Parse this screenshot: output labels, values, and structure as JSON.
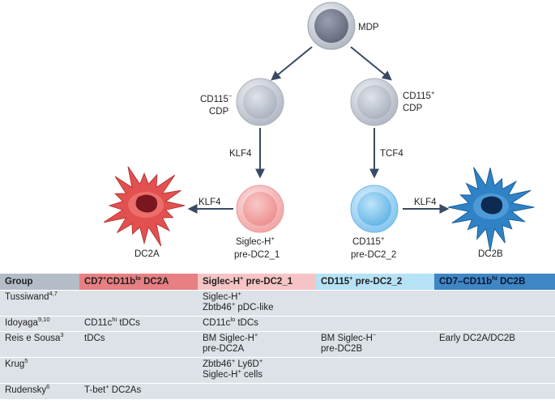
{
  "diagram": {
    "mdp_label": "MDP",
    "cdp_neg_label": {
      "line1": "CD115",
      "sup1": "−",
      "line2": "CDP"
    },
    "cdp_pos_label": {
      "line1": "CD115",
      "sup1": "+",
      "line2": "CDP"
    },
    "klf4_left_vertical": "KLF4",
    "tcf4_right_vertical": "TCF4",
    "klf4_left_horizontal": "KLF4",
    "klf4_right_horizontal": "KLF4",
    "pre_dc2_1_label": {
      "line1": "Siglec-H",
      "sup1": "+",
      "line2": "pre-DC2_1"
    },
    "pre_dc2_2_label": {
      "line1": "CD115",
      "sup1": "+",
      "line2": "pre-DC2_2"
    },
    "dc2a_label": "DC2A",
    "dc2b_label": "DC2B",
    "colors": {
      "mdp": "#9aa0b0",
      "cdp": "#c9cfd9",
      "pre_dc2_1": "#f3a4a4",
      "pre_dc2_2": "#7fc4ee",
      "dc2a": "#e2504f",
      "dc2b": "#2f82c6",
      "arrow": "#3a4a63"
    }
  },
  "table": {
    "headers": [
      {
        "text": "Group"
      },
      {
        "pre": "CD7",
        "sup": "+",
        "mid": "CD11b",
        "sup2": "lo",
        "post": " DC2A"
      },
      {
        "pre": "Siglec-H",
        "sup": "+",
        "post": " pre-DC2_1"
      },
      {
        "pre": "CD115",
        "sup": "+",
        "post": " pre-DC2_2"
      },
      {
        "pre": "CD7–CD11b",
        "sup": "hi",
        "post": " DC2B"
      }
    ],
    "rows": [
      {
        "group": {
          "text": "Tussiwand",
          "sup": "4,7"
        },
        "dc2a": [],
        "pre1": [
          {
            "text": "Siglec-H",
            "sup": "+"
          },
          {
            "text": "Zbtb46",
            "sup": "+",
            "post": " pDC-like"
          }
        ],
        "pre2": [],
        "dc2b": []
      },
      {
        "group": {
          "text": "Idoyaga",
          "sup": "9,10"
        },
        "dc2a": [
          {
            "text": "CD11c",
            "sup": "hi",
            "post": " tDCs"
          }
        ],
        "pre1": [
          {
            "text": "CD11c",
            "sup": "lo",
            "post": " tDCs"
          }
        ],
        "pre2": [],
        "dc2b": []
      },
      {
        "group": {
          "text": "Reis e Sousa",
          "sup": "3"
        },
        "dc2a": [
          {
            "text": "tDCs"
          }
        ],
        "pre1": [
          {
            "text": "BM Siglec-H",
            "sup": "+"
          },
          {
            "text": "pre-DC2A"
          }
        ],
        "pre2": [
          {
            "text": "BM Siglec-H",
            "sup": "−"
          },
          {
            "text": "pre-DC2B"
          }
        ],
        "dc2b": [
          {
            "text": "Early DC2A/DC2B"
          }
        ]
      },
      {
        "group": {
          "text": "Krug",
          "sup": "5"
        },
        "dc2a": [],
        "pre1": [
          {
            "text": "Zbtb46",
            "sup": "+",
            "post": " Ly6D",
            "sup2": "+"
          },
          {
            "text": "Siglec-H",
            "sup": "+",
            "post": " cells"
          }
        ],
        "pre2": [],
        "dc2b": []
      },
      {
        "group": {
          "text": "Rudensky",
          "sup": "6"
        },
        "dc2a": [
          {
            "text": "T-bet",
            "sup": "+",
            "post": " DC2As"
          }
        ],
        "pre1": [],
        "pre2": [],
        "dc2b": []
      }
    ]
  }
}
